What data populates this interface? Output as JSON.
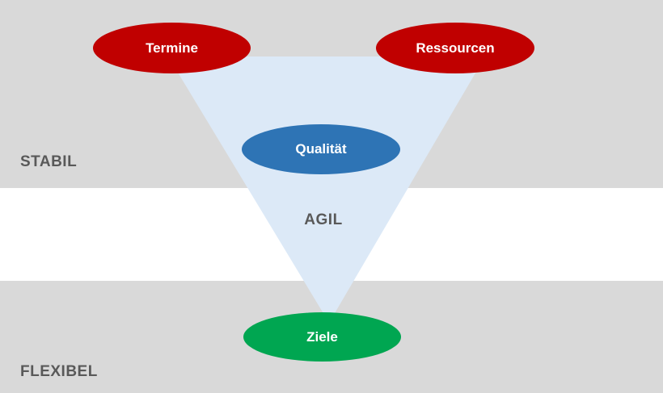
{
  "diagram": {
    "side_labels": {
      "stabil": "STABIL",
      "flexibel": "FLEXIBEL"
    },
    "center_label": {
      "agil": "AGIL"
    },
    "nodes": {
      "termine": {
        "label": "Termine",
        "color": "#C00000"
      },
      "ressourcen": {
        "label": "Ressourcen",
        "color": "#C00000"
      },
      "qualitaet": {
        "label": "Qualität",
        "color": "#2E74B5"
      },
      "ziele": {
        "label": "Ziele",
        "color": "#00A651"
      }
    },
    "colors": {
      "band": "#D9D9D9",
      "triangle": "#DCE9F7",
      "label_text": "#595959",
      "ellipse_text": "#FFFFFF"
    }
  }
}
